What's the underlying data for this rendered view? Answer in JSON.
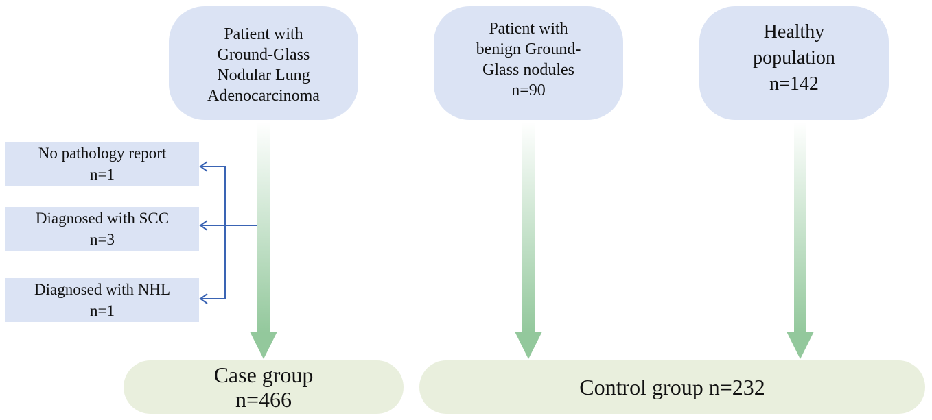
{
  "top_nodes": [
    {
      "id": "gg-adenocarcinoma",
      "label": "Patient with\nGround-Glass\nNodular Lung\nAdenocarcinoma"
    },
    {
      "id": "benign-gg",
      "label": "Patient with\nbenign Ground-\nGlass nodules\nn=90"
    },
    {
      "id": "healthy",
      "label": "Healthy\npopulation\nn=142"
    }
  ],
  "exclusions": [
    {
      "label": "No pathology report\nn=1"
    },
    {
      "label": "Diagnosed with SCC\nn=3"
    },
    {
      "label": "Diagnosed with NHL\nn=1"
    }
  ],
  "groups": {
    "case": "Case group\nn=466",
    "control": "Control group n=232"
  },
  "colors": {
    "node_fill": "#dbe3f4",
    "group_fill": "#e9efdd",
    "flow_arrow": "#93c89c",
    "exclusion_arrow": "#3a64b4"
  }
}
